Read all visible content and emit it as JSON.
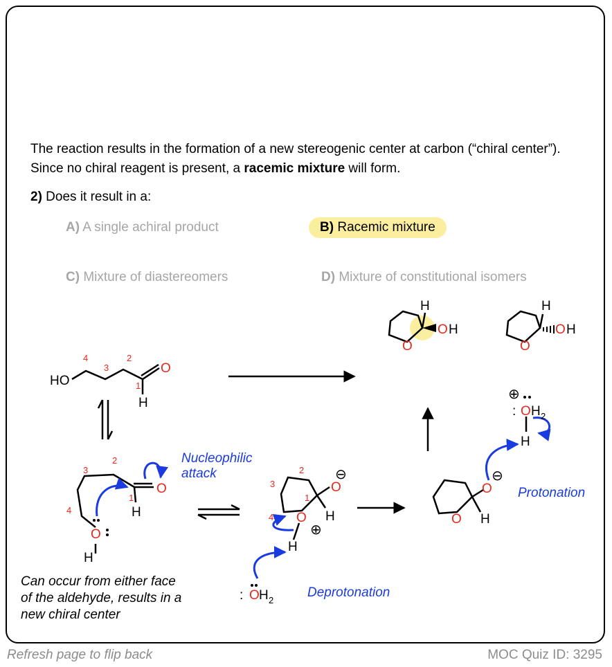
{
  "explanation": {
    "part1": "The reaction results in the formation of a new stereogenic center at carbon (“chiral center”). Since no chiral reagent is present, a ",
    "bold": "racemic mixture",
    "part2": " will form."
  },
  "question": {
    "number": "2)",
    "text": " Does it result in a:"
  },
  "options": [
    {
      "letter": "A)",
      "text": " A single achiral product",
      "state": "incorrect"
    },
    {
      "letter": "B)",
      "text": " Racemic mixture",
      "state": "correct"
    },
    {
      "letter": "C)",
      "text": " Mixture of diastereomers",
      "state": "incorrect"
    },
    {
      "letter": "D)",
      "text": " Mixture of constitutional isomers",
      "state": "incorrect"
    }
  ],
  "diagram": {
    "atoms": {
      "H": "H",
      "O": "O",
      "HO": "HO",
      "OH": "OH",
      "H2": "H",
      "sub2": "2",
      "plus": "⊕",
      "minus": "⊖"
    },
    "carbon_numbers": [
      "1",
      "2",
      "3",
      "4"
    ],
    "annotations": {
      "nucleophilic_line1": "Nucleophilic",
      "nucleophilic_line2": "attack",
      "deprotonation": "Deprotonation",
      "protonation": "Protonation",
      "note_line1": "Can occur from either face",
      "note_line2": "of the aldehyde, results in a",
      "note_line3": "new chiral center"
    },
    "colors": {
      "oxygen": "#e8281e",
      "number": "#e8281e",
      "arrow": "#1a3be0",
      "highlight": "#fbee9e"
    }
  },
  "footer": {
    "left": "Refresh page to flip back",
    "right": "MOC Quiz ID: 3295"
  }
}
